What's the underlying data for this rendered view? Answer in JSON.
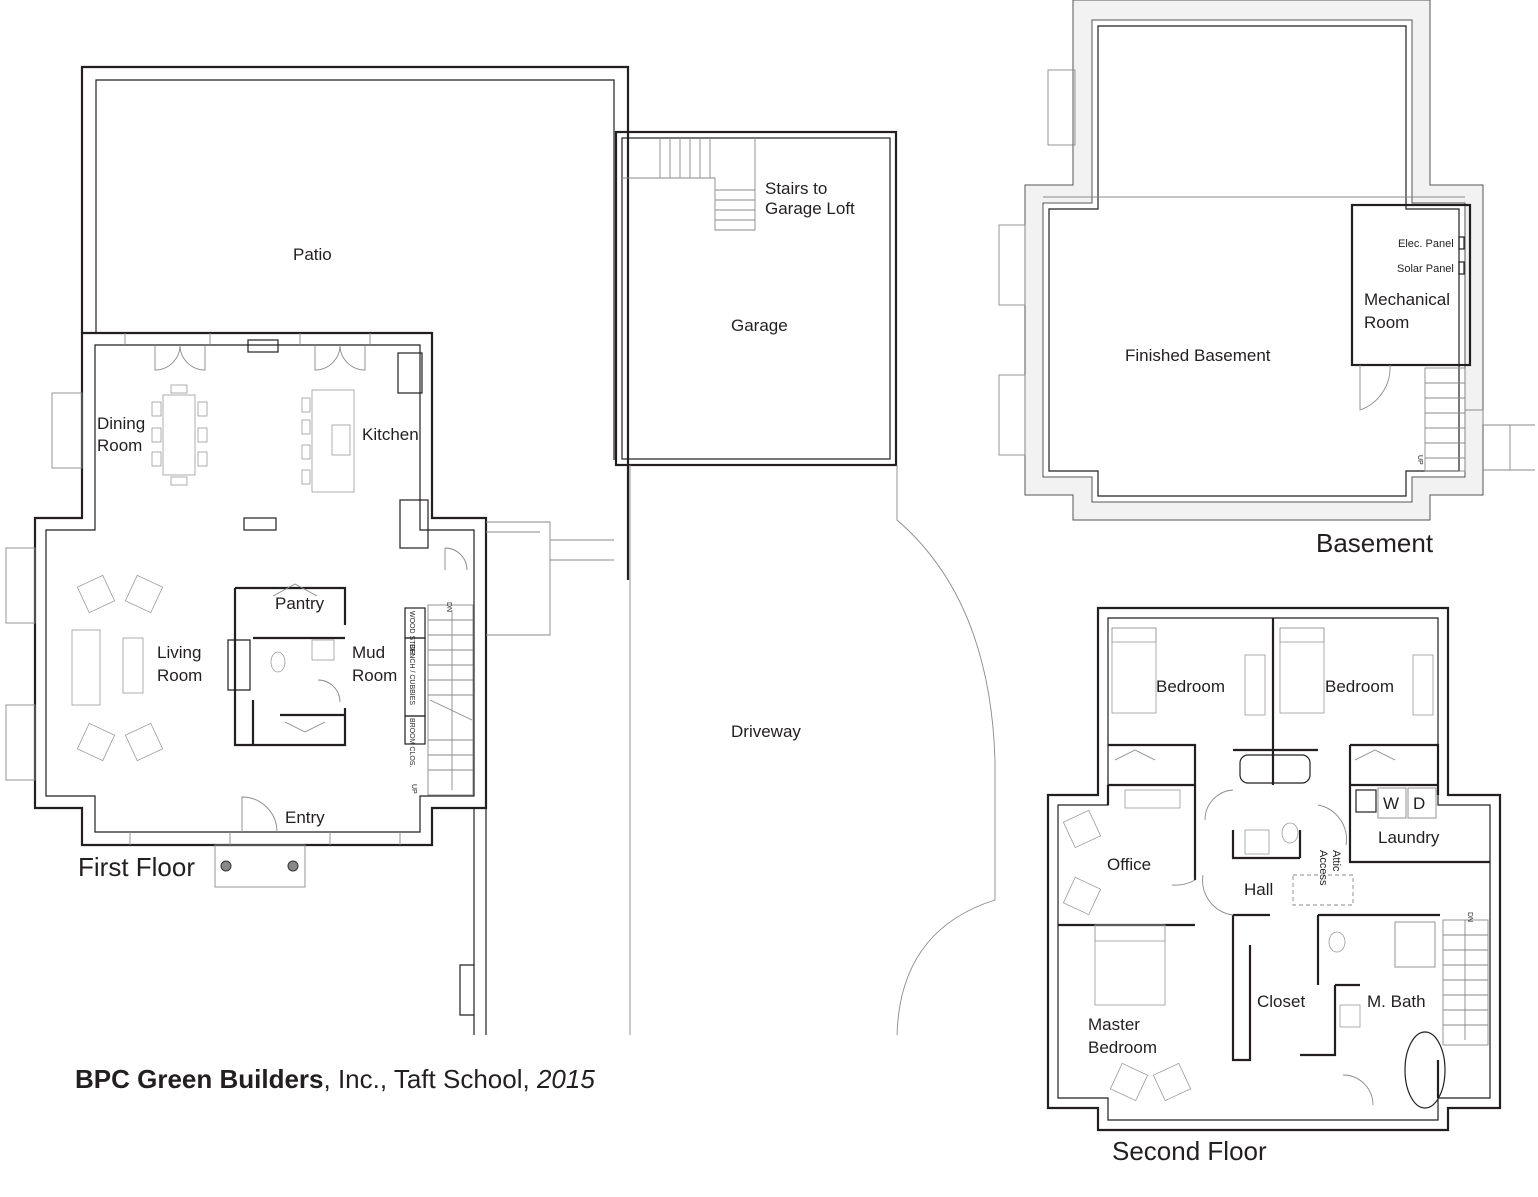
{
  "first_floor": {
    "title": "First Floor",
    "rooms": {
      "patio": "Patio",
      "dining_1": "Dining",
      "dining_2": "Room",
      "kitchen": "Kitchen",
      "living_1": "Living",
      "living_2": "Room",
      "pantry": "Pantry",
      "mud_1": "Mud",
      "mud_2": "Room",
      "entry": "Entry"
    },
    "small_labels": {
      "wood_stor": "WOOD STOR.",
      "bench": "BENCH / CUBBIES",
      "broom": "BROOM CLOS.",
      "dn": "DN",
      "up": "UP"
    }
  },
  "garage": {
    "title": "Garage",
    "stairs_1": "Stairs to",
    "stairs_2": "Garage Loft",
    "driveway": "Driveway"
  },
  "basement": {
    "title": "Basement",
    "finished": "Finished Basement",
    "mech_1": "Mechanical",
    "mech_2": "Room",
    "elec_panel": "Elec. Panel",
    "solar_panel": "Solar Panel",
    "up": "UP"
  },
  "second_floor": {
    "title": "Second Floor",
    "rooms": {
      "bedroom_a": "Bedroom",
      "bedroom_b": "Bedroom",
      "office": "Office",
      "hall": "Hall",
      "laundry": "Laundry",
      "washer": "W",
      "dryer": "D",
      "attic_1": "Attic",
      "attic_2": "Access",
      "closet": "Closet",
      "mbath": "M. Bath",
      "master_1": "Master",
      "master_2": "Bedroom",
      "dn": "DN"
    }
  },
  "credit": {
    "company": "BPC Green Builders",
    "rest": ", Inc., Taft School, ",
    "year": "2015"
  }
}
